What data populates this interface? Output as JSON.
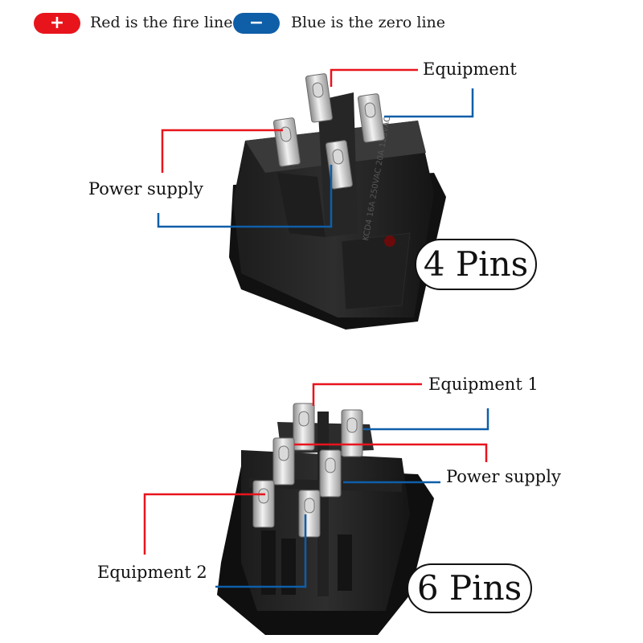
{
  "legend": {
    "red_symbol": "+",
    "red_text": "Red is the fire line",
    "blue_symbol": "−",
    "blue_text": "Blue is the zero line",
    "red_color": "#e8141c",
    "blue_color": "#0f5ea8"
  },
  "top_switch": {
    "equipment_label": "Equipment",
    "power_label": "Power supply",
    "pins_label": "4 Pins",
    "body_text": "KCD4 16A 250VAC 20A 125VAC"
  },
  "bottom_switch": {
    "equipment1_label": "Equipment 1",
    "power_label": "Power supply",
    "equipment2_label": "Equipment 2",
    "pins_label": "6 Pins"
  }
}
